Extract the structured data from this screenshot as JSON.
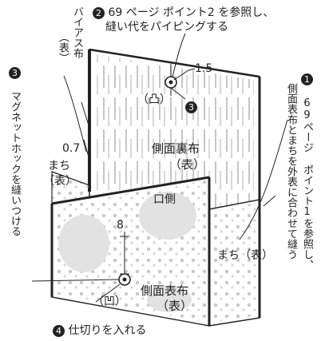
{
  "notes": {
    "step2": {
      "marker": "2",
      "line1": "69 ページ ポイント2 を参照し、",
      "line2": "縫い代をパイピングする"
    },
    "step1": {
      "marker": "1",
      "line1": "69ページ ポイント1を参照し、",
      "line2": "側面表布とまちを外表に合わせて縫う"
    },
    "step3": {
      "marker": "3",
      "text": "マグネットホックを縫いつける"
    },
    "step4": {
      "marker": "4",
      "text": "仕切りを入れる"
    }
  },
  "labels": {
    "bias": "バイアス布",
    "bias_sub": "（表）",
    "gusset_left": "まち",
    "gusset_left_sub": "（表）",
    "gusset_right": "まち（表）",
    "lining": "側面裏布",
    "lining_sub": "（表）",
    "outer": "側面表布",
    "outer_sub": "（表）",
    "mouth": "口側",
    "convex": "（凸）",
    "concave": "（凹）",
    "marker3_small": "3"
  },
  "measurements": {
    "seam_top": "1.5",
    "seam_left": "0.7",
    "snap_height": "8"
  },
  "colors": {
    "ink": "#222222",
    "fabric_dots": "#d8d8d8",
    "stripes": "#9a9a9a"
  }
}
